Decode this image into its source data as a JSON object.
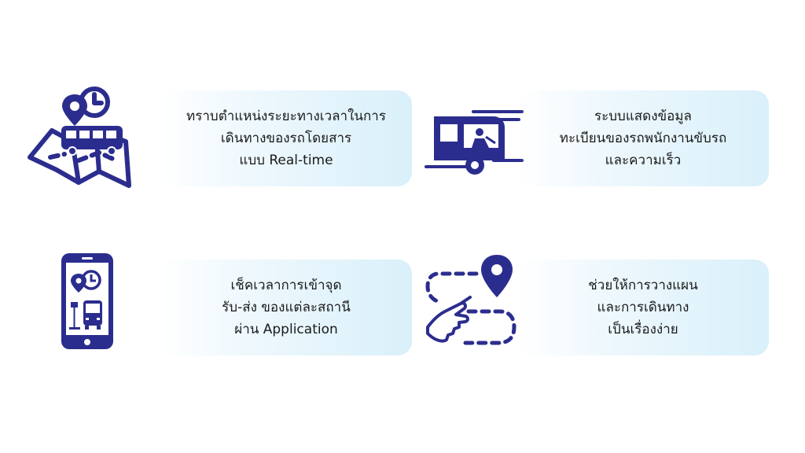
{
  "theme": {
    "icon_color": "#2b2d8e",
    "card_gradient_end": "#d9f0fa",
    "text_color": "#1a1a1a"
  },
  "features": [
    {
      "icon": "map-bus-clock-icon",
      "text": "ทราบตำแหน่งระยะทางเวลาในการ\nเดินทางของรถโดยสาร\nแบบ Real-time"
    },
    {
      "icon": "moving-bus-driver-icon",
      "text": "ระบบแสดงข้อมูล\nทะเบียนของรถพนักงานขับรถ\nและความเร็ว"
    },
    {
      "icon": "smartphone-bus-icon",
      "text": "เช็คเวลาการเข้าจุด\nรับ-ส่ง ของแต่ละสถานี\nผ่าน Application"
    },
    {
      "icon": "hand-route-pin-icon",
      "text": "ช่วยให้การวางแผน\nและการเดินทาง\nเป็นเรื่องง่าย"
    }
  ]
}
